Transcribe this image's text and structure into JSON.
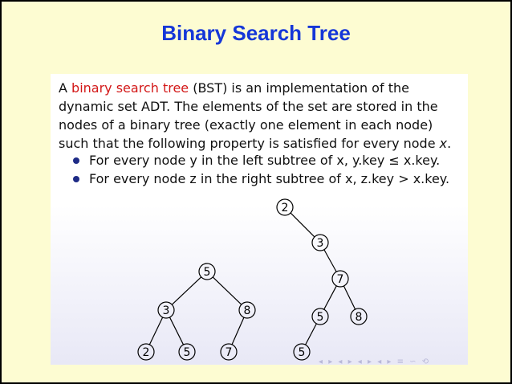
{
  "slide": {
    "title": "Binary Search Tree",
    "intro_prefix": "A ",
    "intro_term": "binary search tree",
    "intro_rest": " (BST) is an implementation of the dynamic set ADT. The elements of the set are stored in the nodes of a binary tree (exactly one element in each node) such that the following property is satisfied for every node ",
    "intro_var": "x",
    "intro_end": ".",
    "bullets": [
      "For every node y in the left subtree of x, y.key ≤ x.key.",
      "For every node z in the right subtree of x, z.key > x.key."
    ],
    "nav_symbols": "◂ ▸ ◂ ▸ ◂ ▸ ◂ ▸ ≡ ∽ ⟲"
  },
  "tree_left": {
    "nodes": [
      {
        "id": "a",
        "label": "5"
      },
      {
        "id": "b",
        "label": "3"
      },
      {
        "id": "c",
        "label": "8"
      },
      {
        "id": "d",
        "label": "2"
      },
      {
        "id": "e",
        "label": "5"
      },
      {
        "id": "f",
        "label": "7"
      }
    ],
    "edges": [
      [
        "a",
        "b"
      ],
      [
        "a",
        "c"
      ],
      [
        "b",
        "d"
      ],
      [
        "b",
        "e"
      ],
      [
        "c",
        "f"
      ]
    ]
  },
  "tree_right": {
    "nodes": [
      {
        "id": "g",
        "label": "2"
      },
      {
        "id": "h",
        "label": "3"
      },
      {
        "id": "i",
        "label": "7"
      },
      {
        "id": "j",
        "label": "5"
      },
      {
        "id": "k",
        "label": "8"
      },
      {
        "id": "l",
        "label": "5"
      }
    ],
    "edges": [
      [
        "g",
        "h"
      ],
      [
        "h",
        "i"
      ],
      [
        "i",
        "j"
      ],
      [
        "i",
        "k"
      ],
      [
        "j",
        "l"
      ]
    ]
  }
}
